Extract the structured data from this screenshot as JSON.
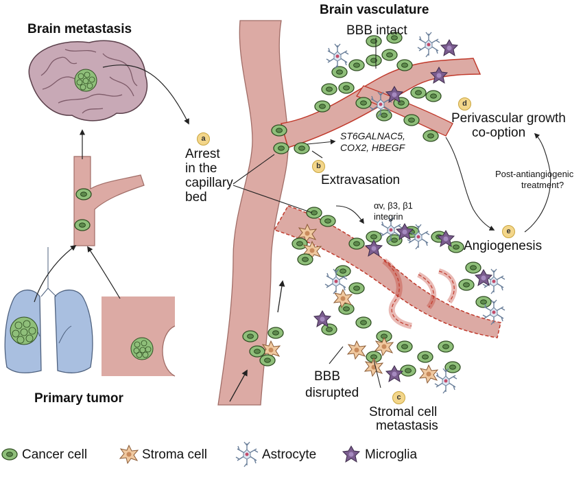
{
  "titles": {
    "brain_metastasis": "Brain metastasis",
    "brain_vasculature": "Brain vasculature",
    "primary_tumor": "Primary tumor"
  },
  "labels": {
    "bbb_intact": "BBB intact",
    "perivascular_line1": "Perivascular growth",
    "perivascular_line2": "co-option",
    "genes_line1": "ST6GALNAC5,",
    "genes_line2": "COX2, HBEGF",
    "extravasation": "Extravasation",
    "arrest_line1": "Arrest",
    "arrest_line2": "in the",
    "arrest_line3": "capillary",
    "arrest_line4": "bed",
    "integrin_line1": "αv, β3, β1",
    "integrin_line2": "integrin",
    "post_anti_line1": "Post-antiangiogenic",
    "post_anti_line2": "treatment?",
    "angiogenesis": "Angiogenesis",
    "bbb_disrupted_line1": "BBB",
    "bbb_disrupted_line2": "disrupted",
    "stromal_line1": "Stromal cell",
    "stromal_line2": "metastasis"
  },
  "badges": {
    "a": "a",
    "b": "b",
    "c": "c",
    "d": "d",
    "e": "e"
  },
  "legend": {
    "cancer_cell": "Cancer cell",
    "stroma_cell": "Stroma cell",
    "astrocyte": "Astrocyte",
    "microglia": "Microglia"
  },
  "colors": {
    "vessel": "#dcaaa4",
    "vessel_edge": "#a06c66",
    "bbb_dashed": "#c0392b",
    "cancer_cell": "#8fbf7a",
    "stroma_cell": "#f0c9a0",
    "microglia": "#7a5c8e",
    "lung": "#a9bfe0",
    "brain": "#c8a9b6"
  }
}
